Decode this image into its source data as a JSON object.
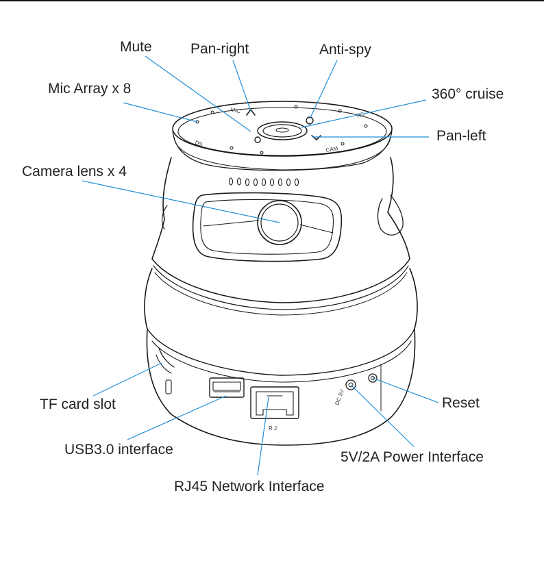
{
  "callouts": {
    "mute": "Mute",
    "pan_right": "Pan-right",
    "anti_spy": "Anti-spy",
    "mic_array": "Mic Array x 8",
    "cruise_360": "360° cruise",
    "pan_left": "Pan-left",
    "camera_lens": "Camera lens x 4",
    "tf_card_slot": "TF card slot",
    "reset": "Reset",
    "usb_interface": "USB3.0 interface",
    "power_interface": "5V/2A Power Interface",
    "rj45_interface": "RJ45 Network Interface"
  },
  "colors": {
    "leader_line": "#1f8fd6",
    "outline": "#1a1a1a",
    "text": "#222222"
  }
}
